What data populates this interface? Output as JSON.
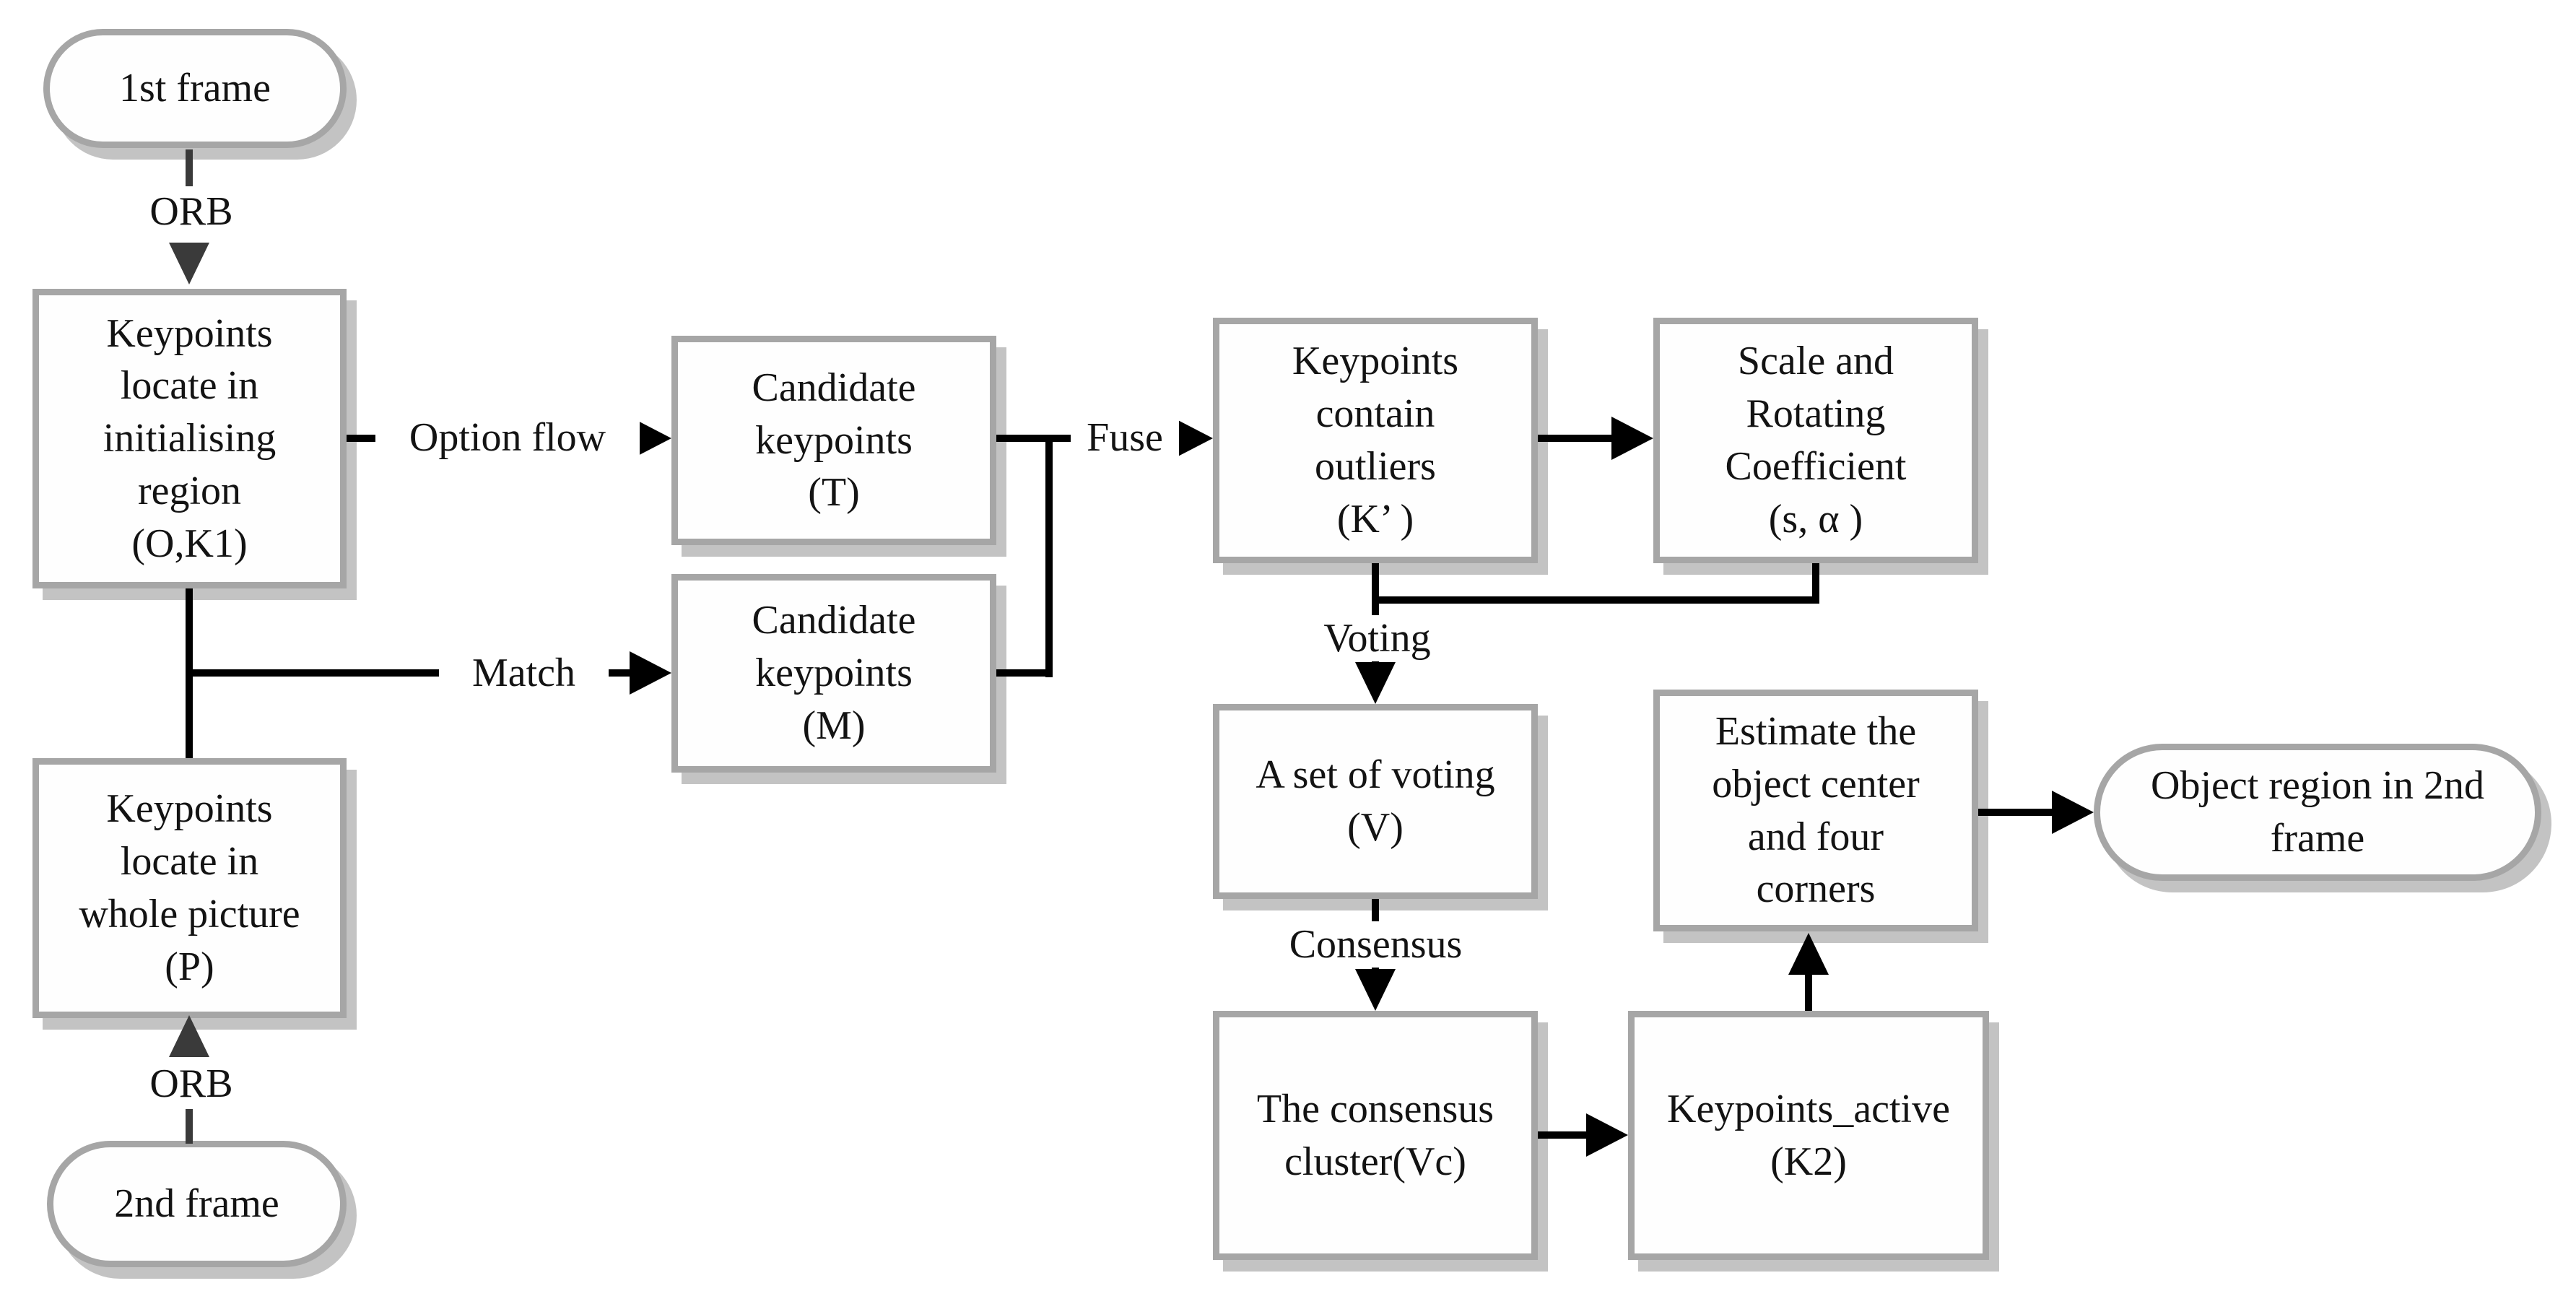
{
  "diagram": {
    "background_color": "#ffffff",
    "box_fill_color": "#fefefe",
    "box_border_color": "#a6a6a6",
    "box_shadow_color": "#c3c3c3",
    "connector_color": "#000000",
    "text_color": "#131313",
    "nodes": {
      "frame1": {
        "shape": "stadium",
        "label": "1st frame"
      },
      "ok1": {
        "shape": "process",
        "label": "Keypoints\nlocate in\ninitialising\nregion\n(O,K1)"
      },
      "t": {
        "shape": "process",
        "label": "Candidate\nkeypoints\n(T)"
      },
      "m": {
        "shape": "process",
        "label": "Candidate\nkeypoints\n(M)"
      },
      "kprime": {
        "shape": "process",
        "label": "Keypoints\ncontain\noutliers\n(K’ )"
      },
      "salpha": {
        "shape": "process",
        "label": "Scale and\nRotating\nCoefficient\n(s, α )"
      },
      "v": {
        "shape": "process",
        "label": "A set of voting\n(V)"
      },
      "vc": {
        "shape": "process",
        "label": "The consensus\ncluster(Vc)"
      },
      "k2": {
        "shape": "process",
        "label": "Keypoints_active\n(K2)"
      },
      "estimate": {
        "shape": "process",
        "label": "Estimate the\nobject center\nand four\ncorners"
      },
      "objregion": {
        "shape": "stadium",
        "label": "Object region in 2nd\nframe"
      },
      "frame2": {
        "shape": "stadium",
        "label": "2nd frame"
      }
    },
    "edges": [
      {
        "from": "1st frame",
        "to": "Keypoints locate in initialising region (O,K1)",
        "label": "ORB"
      },
      {
        "from": "Keypoints locate in initialising region (O,K1)",
        "to": "Candidate keypoints (T)",
        "label": "Option flow"
      },
      {
        "from": "Keypoints locate in initialising region (O,K1)",
        "to": "Candidate keypoints (M)",
        "label": "Match"
      },
      {
        "from": "Keypoints locate in initialising region (O,K1)",
        "to": "Keypoints locate in whole picture (P)",
        "label": ""
      },
      {
        "from": "2nd frame",
        "to": "Keypoints locate in whole picture (P)",
        "label": "ORB"
      },
      {
        "from": "Candidate keypoints (T) + Candidate keypoints (M)",
        "to": "Keypoints contain outliers (K’ )",
        "label": "Fuse"
      },
      {
        "from": "Keypoints contain outliers (K’ )",
        "to": "Scale and Rotating Coefficient (s, α )",
        "label": ""
      },
      {
        "from": "Keypoints contain outliers (K’ ) + Scale and Rotating Coefficient (s, α )",
        "to": "A set of voting (V)",
        "label": "Voting"
      },
      {
        "from": "A set of voting (V)",
        "to": "The consensus cluster(Vc)",
        "label": "Consensus"
      },
      {
        "from": "The consensus cluster(Vc)",
        "to": "Keypoints_active (K2)",
        "label": ""
      },
      {
        "from": "Keypoints_active (K2)",
        "to": "Estimate the object center and four corners",
        "label": ""
      },
      {
        "from": "Estimate the object center and four corners",
        "to": "Object region in 2nd frame",
        "label": ""
      }
    ],
    "nodes_p": {
      "p": {
        "shape": "process",
        "label": "Keypoints\nlocate in\nwhole picture\n(P)"
      }
    }
  }
}
